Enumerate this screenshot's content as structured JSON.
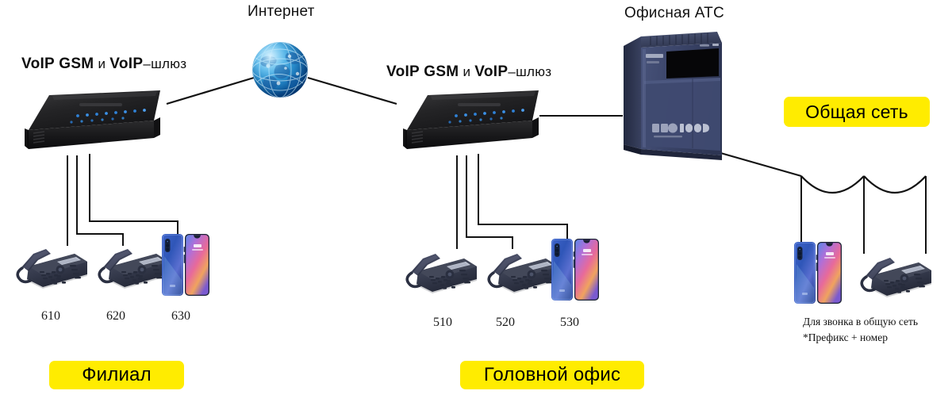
{
  "diagram": {
    "title": "VoIP GSM telephony network diagram",
    "background": "#ffffff",
    "accent_yellow": "#ffec00",
    "wire_color": "#121212"
  },
  "labels": {
    "internet": "Интернет",
    "pbx": "Офисная АТС",
    "gateway_branch": {
      "strong_a": "VoIP GSM",
      "soft_and": " и ",
      "strong_b": "VoIP",
      "soft_tail": "–шлюз"
    },
    "gateway_head": {
      "strong_a": "VoIP GSM",
      "soft_and": " и ",
      "strong_b": "VoIP",
      "soft_tail": "–шлюз"
    }
  },
  "callouts": {
    "branch": "Филиал",
    "head_office": "Головной офис",
    "public_network": "Общая сеть"
  },
  "branch": {
    "name": "Филиал",
    "extensions": [
      {
        "number": "610",
        "device": "desk-phone"
      },
      {
        "number": "620",
        "device": "desk-phone"
      },
      {
        "number": "630",
        "device": "smartphone"
      }
    ]
  },
  "head_office": {
    "name": "Головной офис",
    "extensions": [
      {
        "number": "510",
        "device": "desk-phone"
      },
      {
        "number": "520",
        "device": "desk-phone"
      },
      {
        "number": "530",
        "device": "smartphone"
      }
    ]
  },
  "public_network": {
    "name": "Общая сеть",
    "note": [
      "Для звонка в общую сеть",
      "*Префикс + номер"
    ],
    "devices": [
      "smartphone",
      "desk-phone"
    ]
  },
  "icons": {
    "globe": "internet-globe-icon",
    "router": "voip-gateway-icon",
    "pbx": "office-pbx-icon",
    "desk_phone": "desk-phone-icon",
    "smartphone": "smartphone-icon"
  }
}
